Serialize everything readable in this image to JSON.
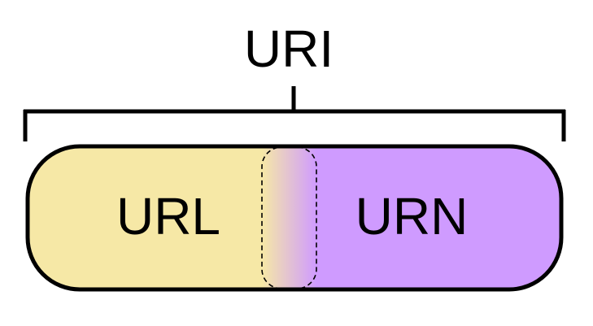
{
  "diagram": {
    "top_label": "URI",
    "left_label": "URL",
    "right_label": "URN"
  },
  "colors": {
    "left_fill": "#f6e8a6",
    "right_fill": "#cf9bff",
    "stroke": "#000000",
    "background": "#ffffff"
  }
}
